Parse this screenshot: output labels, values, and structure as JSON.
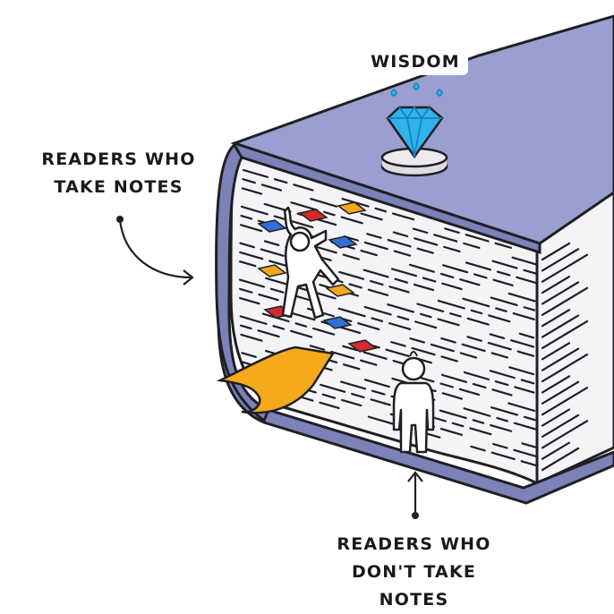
{
  "labels": {
    "wisdom": "WISDOM",
    "readers_take_notes": [
      "READERS WHO",
      "TAKE NOTES"
    ],
    "readers_dont_take_notes": [
      "READERS WHO",
      "DON'T TAKE NOTES"
    ]
  },
  "colors": {
    "book_cover": "#9a9fd0",
    "book_cover_dark": "#7c81b8",
    "pages": "#f4f4f6",
    "outline": "#1f1f24",
    "gem": "#2fb3ea",
    "gem_dark": "#1583c4",
    "tab_red": "#d42a2a",
    "tab_blue": "#2f6fd6",
    "tab_orange": "#f2a81d",
    "bookmark": "#f6a91b"
  },
  "icons": {
    "gem": "diamond-icon",
    "pedestal": "pedestal-icon",
    "climber": "climbing-person-icon",
    "stander": "standing-person-icon",
    "bookmark": "ribbon-bookmark-icon"
  }
}
